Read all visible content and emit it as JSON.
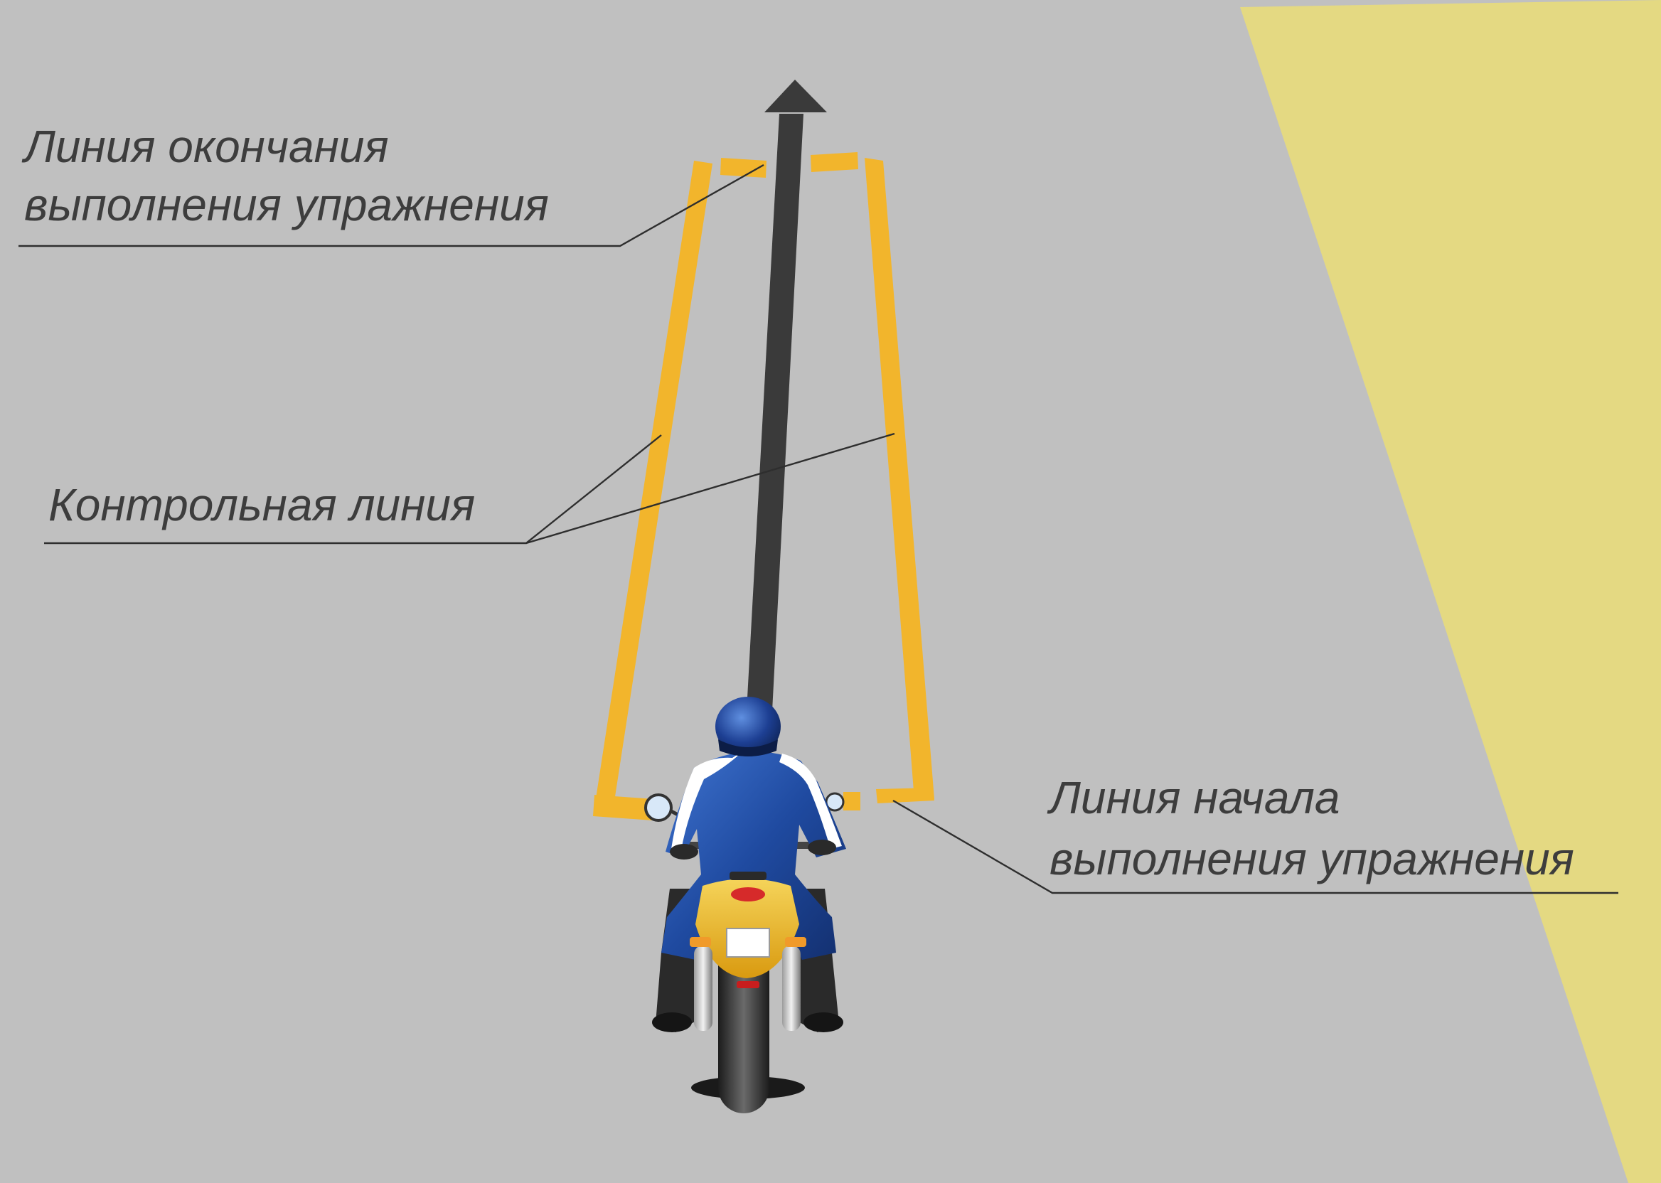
{
  "labels": {
    "finish_line": {
      "line1": "Линия окончания",
      "line2": "выполнения упражнения"
    },
    "control_line": {
      "line1": "Контрольная линия"
    },
    "start_line": {
      "line1": "Линия начала",
      "line2": "выполнения упражнения"
    }
  },
  "colors": {
    "road": "#c0c0c0",
    "shoulder": "#e4d982",
    "marking": "#f2b52c",
    "arrow": "#3a3a3a",
    "rider_suit": "#1f4aa0",
    "motorcycle_body": "#e6b81e"
  },
  "icons": {
    "direction": "arrow-up-icon",
    "vehicle": "motorcycle-rider-icon"
  }
}
